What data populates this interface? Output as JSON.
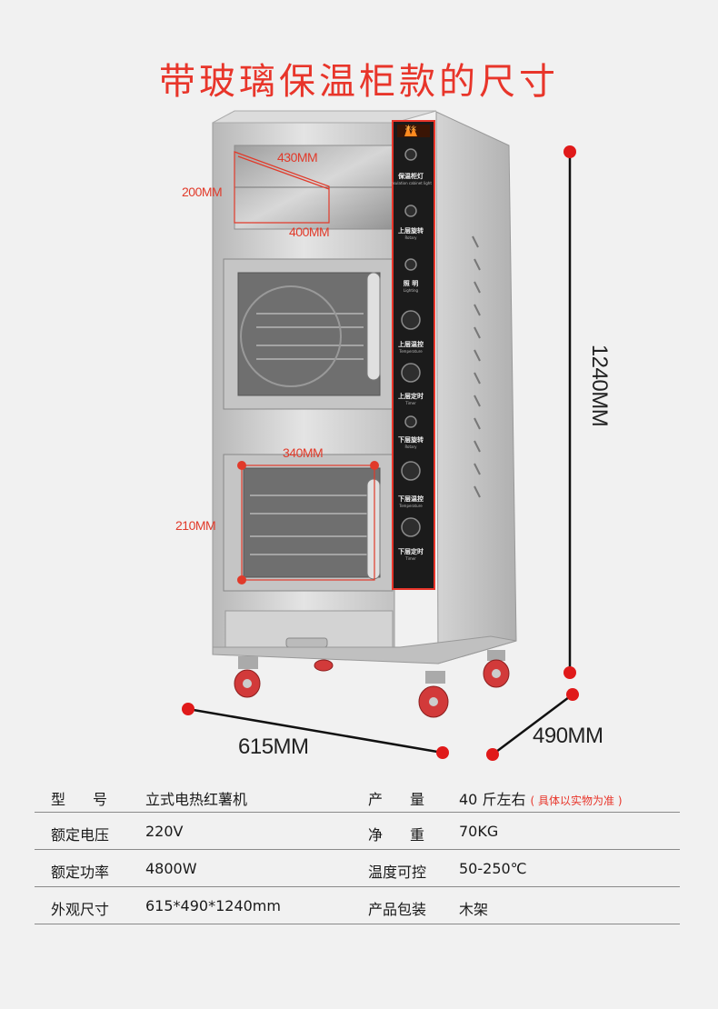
{
  "title": "带玻璃保温柜款的尺寸",
  "dimensions": {
    "top_width": "430MM",
    "top_height": "200MM",
    "top_front": "400MM",
    "chamber_width": "340MM",
    "chamber_height": "210MM",
    "total_height": "1240MM",
    "width": "615MM",
    "depth": "490MM"
  },
  "control_panel": {
    "brand": "冰火",
    "labels": [
      {
        "cn": "保温柜灯",
        "en": "Insulation cabinet light"
      },
      {
        "cn": "上层旋转",
        "en": "Rotary"
      },
      {
        "cn": "照 明",
        "en": "Lighting"
      },
      {
        "cn": "上层温控",
        "en": "Temperature"
      },
      {
        "cn": "上层定时",
        "en": "Timer"
      },
      {
        "cn": "下层旋转",
        "en": "Rotary"
      },
      {
        "cn": "下层温控",
        "en": "Temperature"
      },
      {
        "cn": "下层定时",
        "en": "Timer"
      }
    ]
  },
  "specs": [
    {
      "label1": "型号",
      "value1": "立式电热红薯机",
      "label2": "产量",
      "value2": "40 斤左右",
      "note2": "( 具体以实物为准 )"
    },
    {
      "label1": "额定电压",
      "value1": "220V",
      "label2": "净重",
      "value2": "70KG",
      "note2": ""
    },
    {
      "label1": "额定功率",
      "value1": "4800W",
      "label2": "温度可控",
      "value2": "50-250℃",
      "note2": ""
    },
    {
      "label1": "外观尺寸",
      "value1": "615*490*1240mm",
      "label2": "产品包装",
      "value2": "木架",
      "note2": ""
    }
  ],
  "colors": {
    "accent": "#e8352a",
    "background": "#f1f1f1",
    "panel": "#1b1b1b",
    "steel": "#c9c9c9"
  }
}
